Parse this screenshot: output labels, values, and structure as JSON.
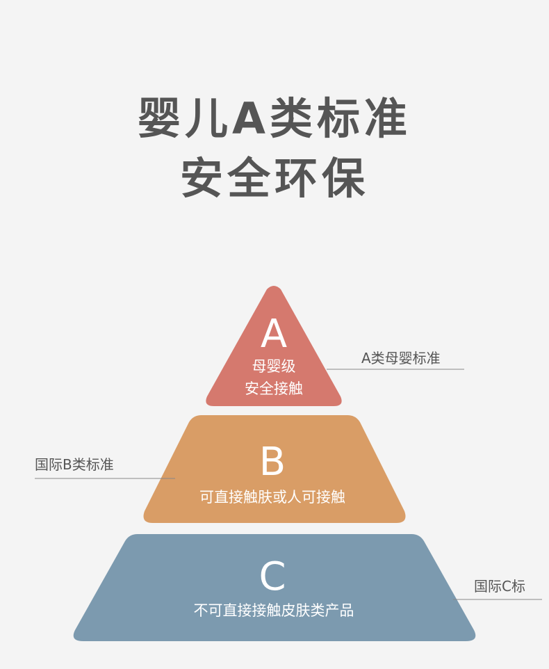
{
  "headline": {
    "line1": "婴儿A类标准",
    "line2": "安全环保"
  },
  "pyramid": {
    "tiers": [
      {
        "letter": "A",
        "description_lines": [
          "母婴级",
          "安全接触"
        ],
        "side_label": "A类母婴标准",
        "color": "#d5796e"
      },
      {
        "letter": "B",
        "description_lines": [
          "可直接触肤或人可接触"
        ],
        "side_label": "国际B类标准",
        "color": "#d99d66"
      },
      {
        "letter": "C",
        "description_lines": [
          "不可直接接触皮肤类产品"
        ],
        "side_label": "国际C标",
        "color": "#7c9aaf"
      }
    ]
  }
}
